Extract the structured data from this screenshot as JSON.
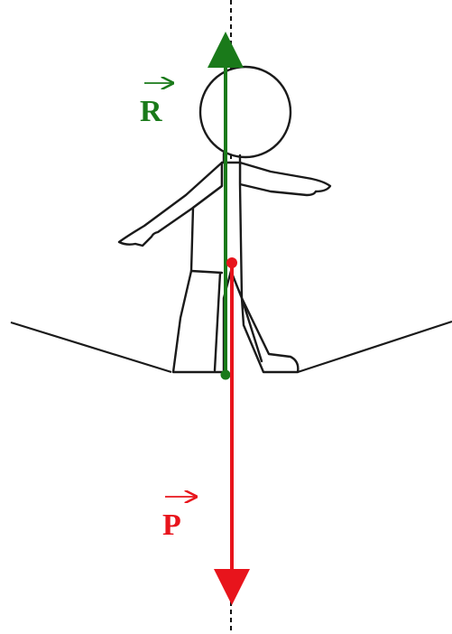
{
  "diagram": {
    "vectors": [
      {
        "id": "R",
        "label": "R",
        "color": "#1a7a1a",
        "direction": "up"
      },
      {
        "id": "P",
        "label": "P",
        "color": "#e8141c",
        "direction": "down"
      }
    ],
    "vertical_axis": {
      "style": "dashed",
      "color": "#111111"
    },
    "figure": {
      "stroke_color": "#1a1a1a"
    }
  }
}
